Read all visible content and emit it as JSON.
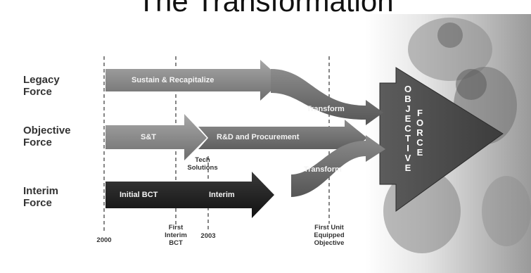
{
  "title": "The Transformation",
  "rows": [
    {
      "label_1": "Legacy",
      "label_2": "Force"
    },
    {
      "label_1": "Objective",
      "label_2": "Force"
    },
    {
      "label_1": "Interim",
      "label_2": "Force"
    }
  ],
  "arrows": {
    "sustain": "Sustain & Recapitalize",
    "transform_top": "Transform",
    "st": "S&T",
    "rd": "R&D and Procurement",
    "tech_1": "Tech",
    "tech_2": "Solutions",
    "transform_bottom": "Transform",
    "initial_bct": "Initial BCT",
    "interim": "Interim"
  },
  "milestones": {
    "y2000": "2000",
    "first_interim_1": "First",
    "first_interim_2": "Interim",
    "first_interim_3": "BCT",
    "y2003": "2003",
    "first_unit_1": "First Unit",
    "first_unit_2": "Equipped",
    "first_unit_3": "Objective"
  },
  "big_arrow": {
    "word_1": "OBJECTIVE",
    "word_2": "FORCE"
  }
}
